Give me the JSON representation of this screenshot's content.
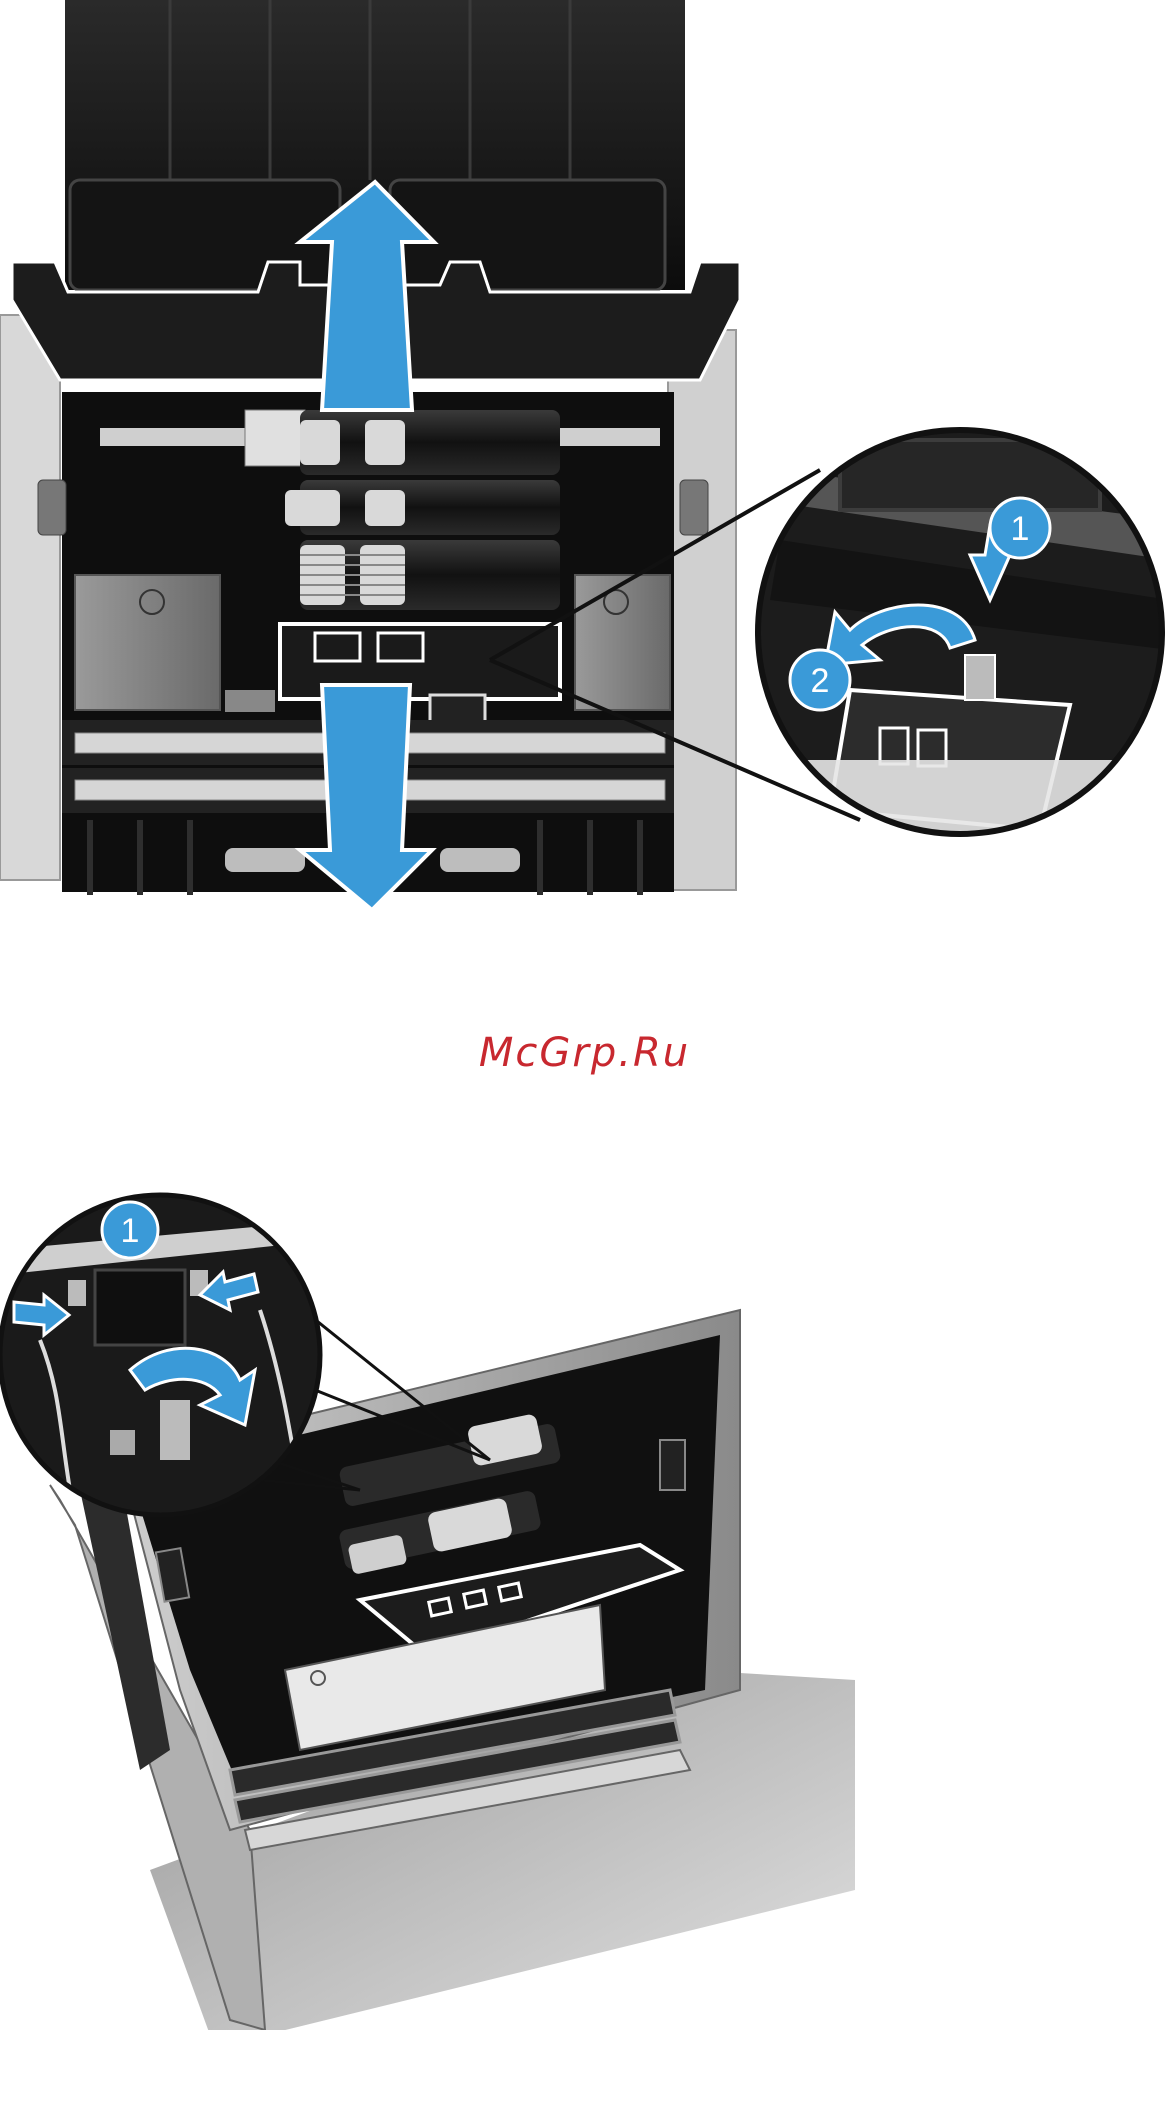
{
  "watermark": "McGrp.Ru",
  "top_figure": {
    "callouts": [
      {
        "number": "1"
      },
      {
        "number": "2"
      }
    ]
  },
  "bottom_figure": {
    "callouts": [
      {
        "number": "1"
      }
    ]
  },
  "colors": {
    "arrow_blue": "#3a9ad8",
    "scanner_dark": "#1a1a1a",
    "scanner_gray": "#8c8c8c",
    "watermark_red": "#c8282f"
  }
}
